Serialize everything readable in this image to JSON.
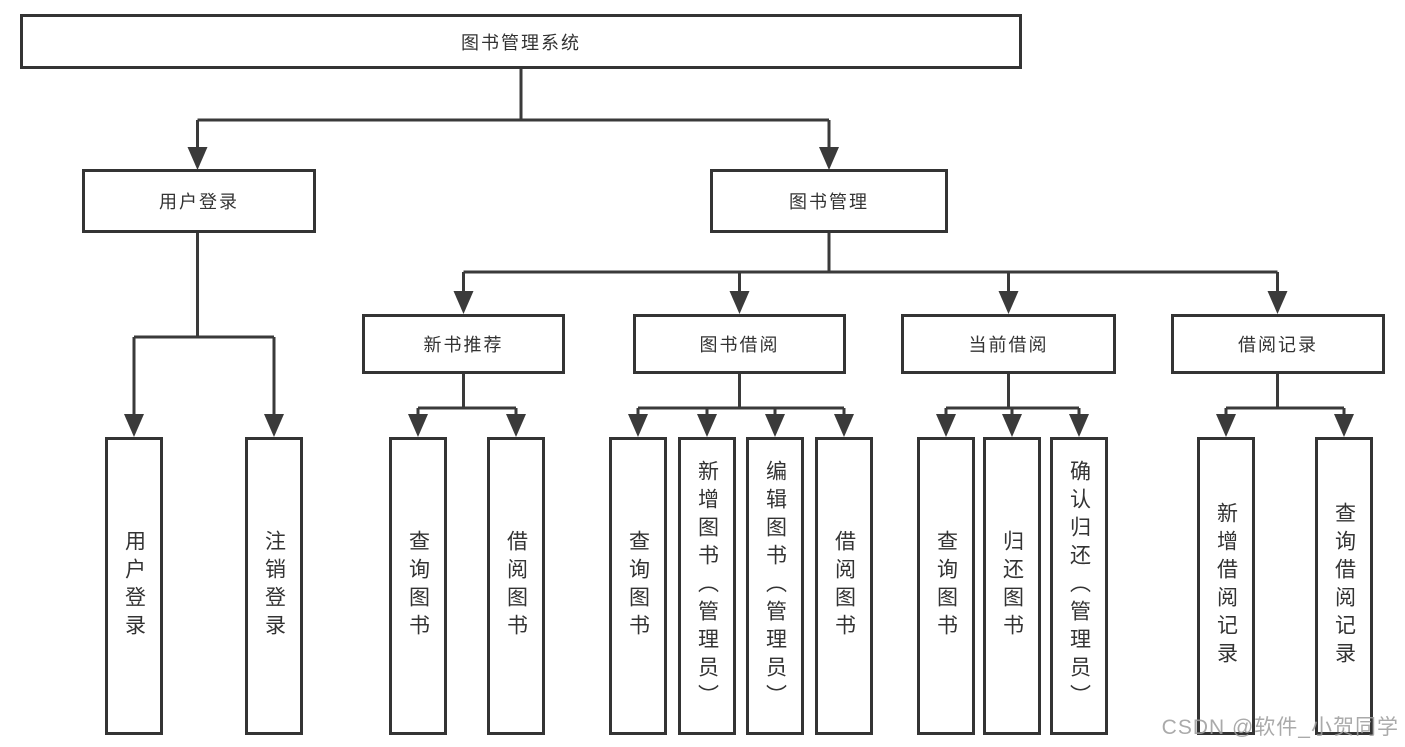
{
  "tree": {
    "label": "图书管理系统",
    "children": [
      {
        "label": "用户登录",
        "children": [
          {
            "label": "用户登录"
          },
          {
            "label": "注销登录"
          }
        ]
      },
      {
        "label": "图书管理",
        "children": [
          {
            "label": "新书推荐",
            "children": [
              {
                "label": "查询图书"
              },
              {
                "label": "借阅图书"
              }
            ]
          },
          {
            "label": "图书借阅",
            "children": [
              {
                "label": "查询图书"
              },
              {
                "label": "新增图书（管理员）"
              },
              {
                "label": "编辑图书（管理员）"
              },
              {
                "label": "借阅图书"
              }
            ]
          },
          {
            "label": "当前借阅",
            "children": [
              {
                "label": "查询图书"
              },
              {
                "label": "归还图书"
              },
              {
                "label": "确认归还（管理员）"
              }
            ]
          },
          {
            "label": "借阅记录",
            "children": [
              {
                "label": "新增借阅记录"
              },
              {
                "label": "查询借阅记录"
              }
            ]
          }
        ]
      }
    ]
  },
  "colors": {
    "line": "#3a3a3a",
    "border": "#343434",
    "text": "#333333",
    "watermark": "#9e9e9e"
  },
  "watermark": "CSDN @软件_小贺同学"
}
